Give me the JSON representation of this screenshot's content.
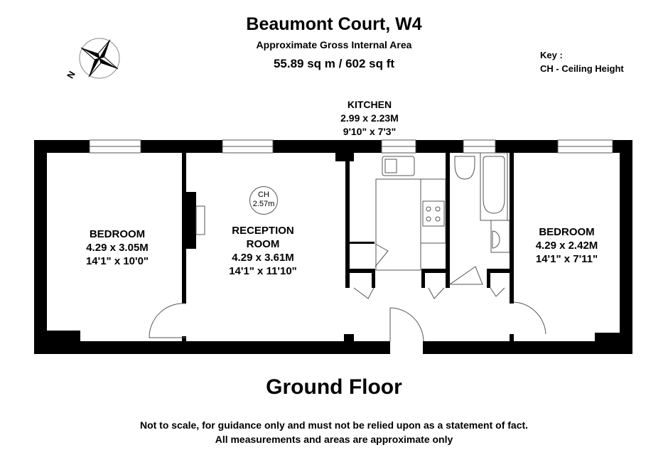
{
  "header": {
    "title": "Beaumont Court, W4",
    "subtitle": "Approximate Gross Internal Area",
    "area": "55.89 sq m /  602 sq ft"
  },
  "key": {
    "label": "Key :",
    "entry": "CH - Ceiling Height"
  },
  "compass": {
    "north_label": "N"
  },
  "rooms": {
    "kitchen": {
      "name": "KITCHEN",
      "metric": "2.99 x 2.23M",
      "imperial": "9'10\" x 7'3\""
    },
    "bedroom1": {
      "name": "BEDROOM",
      "metric": "4.29 x 3.05M",
      "imperial": "14'1\" x 10'0\""
    },
    "reception": {
      "name": "RECEPTION",
      "name2": "ROOM",
      "metric": "4.29 x 3.61M",
      "imperial": "14'1\" x 11'10\""
    },
    "bedroom2": {
      "name": "BEDROOM",
      "metric": "4.29 x 2.42M",
      "imperial": "14'1\" x 7'11\""
    }
  },
  "ceiling_height": {
    "label": "CH",
    "value": "2.57m"
  },
  "floor_label": "Ground Floor",
  "disclaimer": {
    "line1": "Not to scale, for guidance only and must not be relied upon as a statement of fact.",
    "line2": "All measurements and areas are approximate only"
  }
}
